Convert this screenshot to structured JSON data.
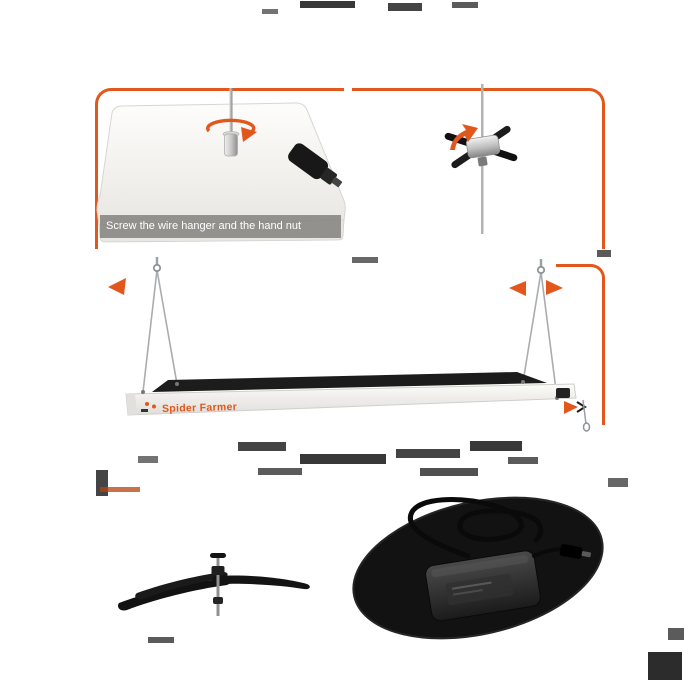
{
  "colors": {
    "accent_orange": "#E2571C",
    "caption_background": "rgba(128,126,122,0.82)",
    "caption_text": "#ffffff",
    "background": "#ffffff"
  },
  "steps": {
    "step1_caption": "Screw the wire hanger and the hand nut"
  },
  "light_fixture": {
    "brand_label": "Spider Farmer"
  },
  "icons": {
    "rotation_arrow": "circular-arrow",
    "adjust_arrows": "left-right-arrows",
    "daisy_chain_arrow": "right-arrow"
  }
}
